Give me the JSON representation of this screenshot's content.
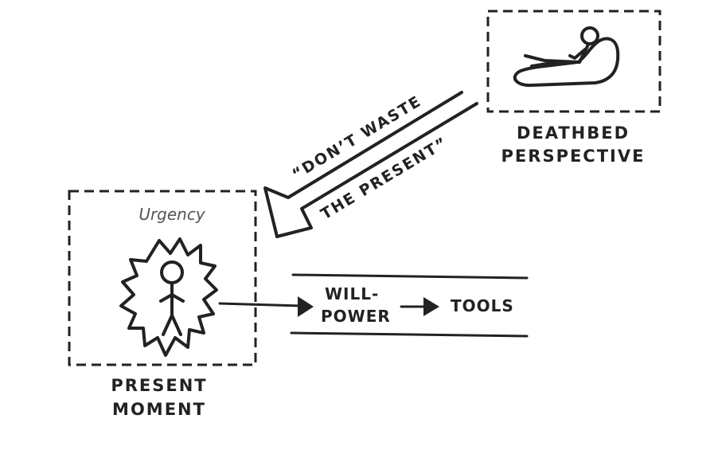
{
  "present": {
    "tag": "Urgency",
    "label_line1": "PRESENT",
    "label_line2": "MOMENT"
  },
  "deathbed": {
    "label_line1": "DEATHBED",
    "label_line2": "PERSPECTIVE"
  },
  "message": {
    "line1": "“DON’T WASTE",
    "line2": "THE PRESENT”"
  },
  "flow": {
    "step1_line1": "WILL-",
    "step1_line2": "POWER",
    "step2": "TOOLS"
  },
  "colors": {
    "ink": "#222222",
    "muted": "#555555",
    "background": "#ffffff"
  }
}
